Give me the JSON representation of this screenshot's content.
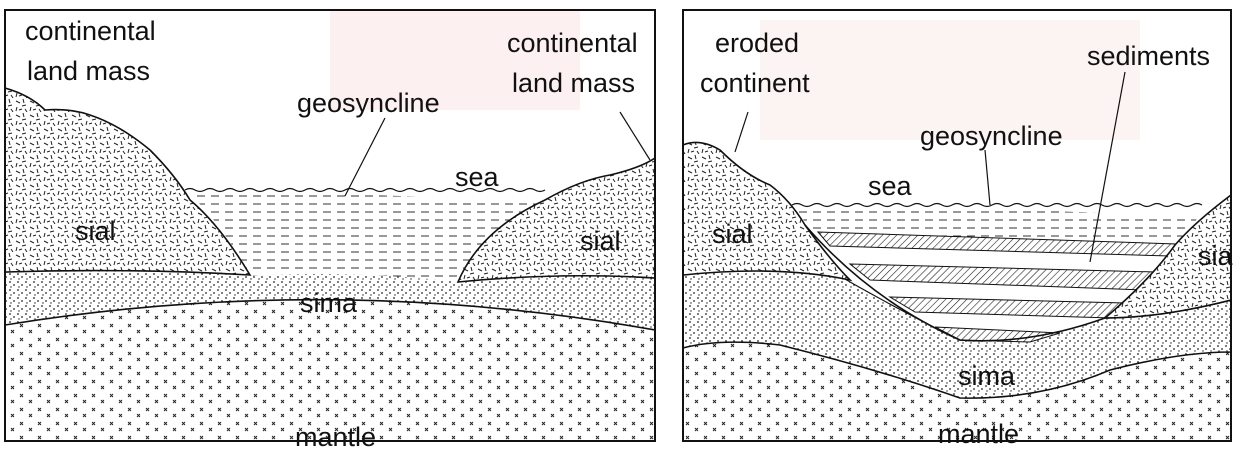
{
  "left_panel": {
    "labels": {
      "continental_left": [
        "continental",
        "land mass"
      ],
      "continental_right": [
        "continental",
        "land mass"
      ],
      "geosyncline": "geosyncline",
      "sea": "sea",
      "sial_left": "sial",
      "sial_right": "sial",
      "sima": "sima",
      "mantle": "mantle"
    }
  },
  "right_panel": {
    "labels": {
      "eroded_continent": [
        "eroded",
        "continent"
      ],
      "sediments": "sediments",
      "geosyncline": "geosyncline",
      "sea": "sea",
      "sial_left": "sial",
      "sial_right": "sia",
      "sima": "sima",
      "mantle": "mantle"
    }
  },
  "colors": {
    "ink": "#111111",
    "background": "#ffffff",
    "watermark": "#f3c7c7"
  }
}
